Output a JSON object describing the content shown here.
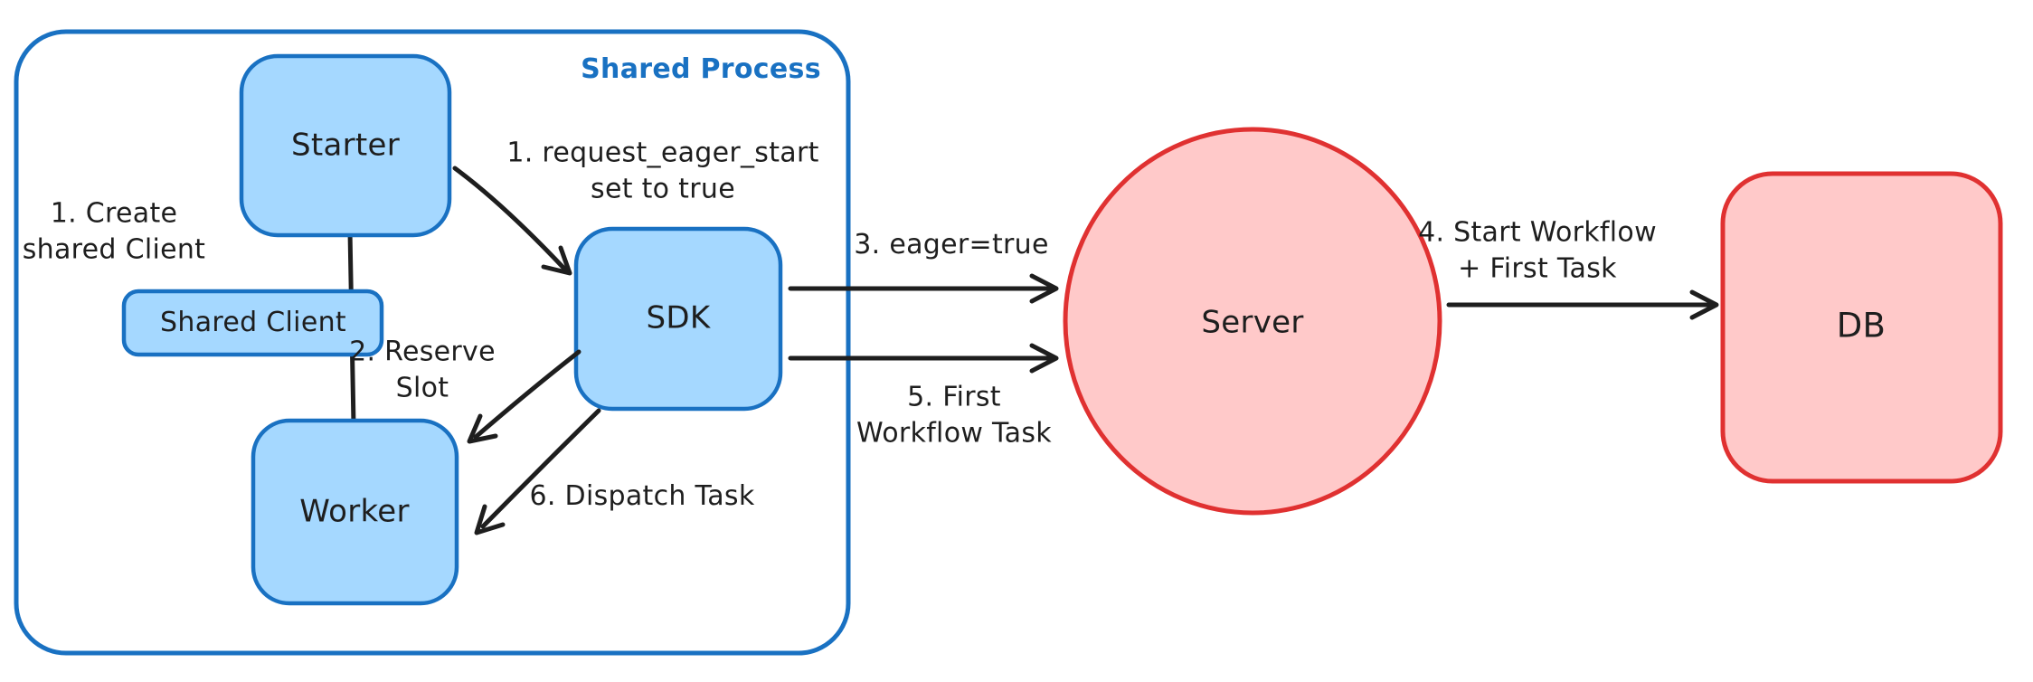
{
  "colors": {
    "background": "#ffffff",
    "blue_stroke": "#1971c2",
    "blue_fill": "#a5d8ff",
    "red_stroke": "#e03131",
    "red_fill": "#ffc9c9",
    "ink": "#1e1e1e"
  },
  "container": {
    "title": "Shared Process"
  },
  "nodes": {
    "starter": {
      "label": "Starter"
    },
    "shared_client": {
      "label": "Shared Client"
    },
    "worker": {
      "label": "Worker"
    },
    "sdk": {
      "label": "SDK"
    },
    "server": {
      "label": "Server"
    },
    "db": {
      "label": "DB"
    }
  },
  "annotations": {
    "create_shared_client": "1. Create\nshared Client",
    "request_eager_start": "1. request_eager_start\nset to true",
    "reserve_slot": "2. Reserve\nSlot",
    "eager_true": "3. eager=true",
    "start_workflow": "4. Start Workflow\n+ First Task",
    "first_workflow_task": "5. First\nWorkflow Task",
    "dispatch_task": "6. Dispatch Task"
  }
}
